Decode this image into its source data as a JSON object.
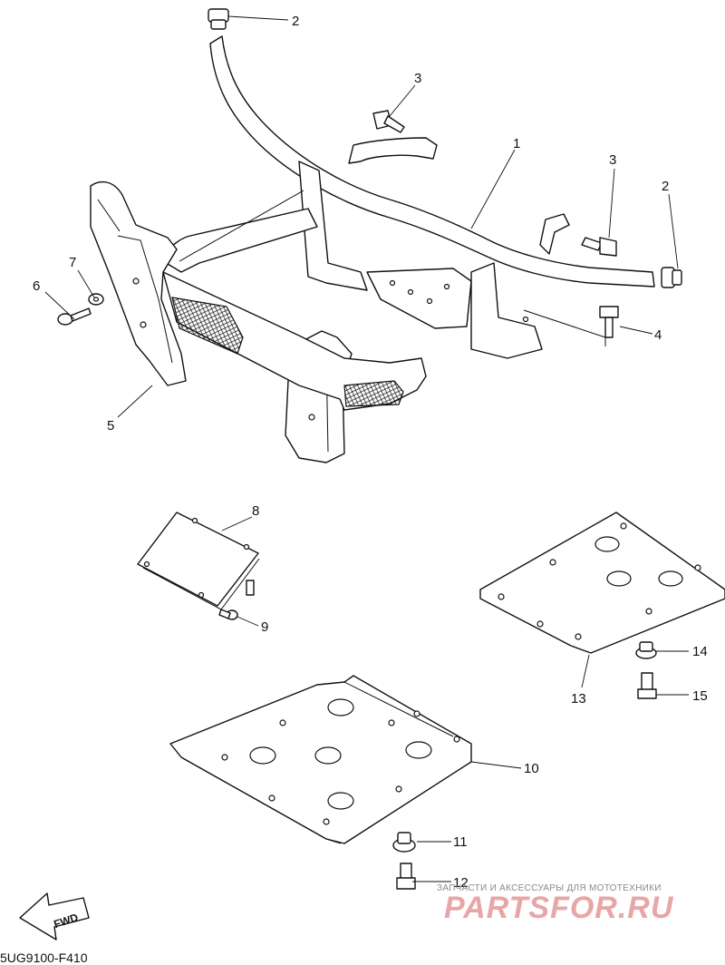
{
  "diagram": {
    "callouts": [
      "1",
      "2",
      "2",
      "3",
      "3",
      "4",
      "5",
      "6",
      "7",
      "8",
      "9",
      "10",
      "11",
      "12",
      "13",
      "14",
      "15"
    ],
    "drawing_code": "5UG9100-F410",
    "fwd_label": "FWD"
  },
  "watermark": {
    "tagline": "ЗАПЧАСТИ И АКСЕССУАРЫ ДЛЯ МОТОТЕХНИКИ",
    "brand": "PARTSFOR.RU",
    "color": "#e8a6a6"
  }
}
